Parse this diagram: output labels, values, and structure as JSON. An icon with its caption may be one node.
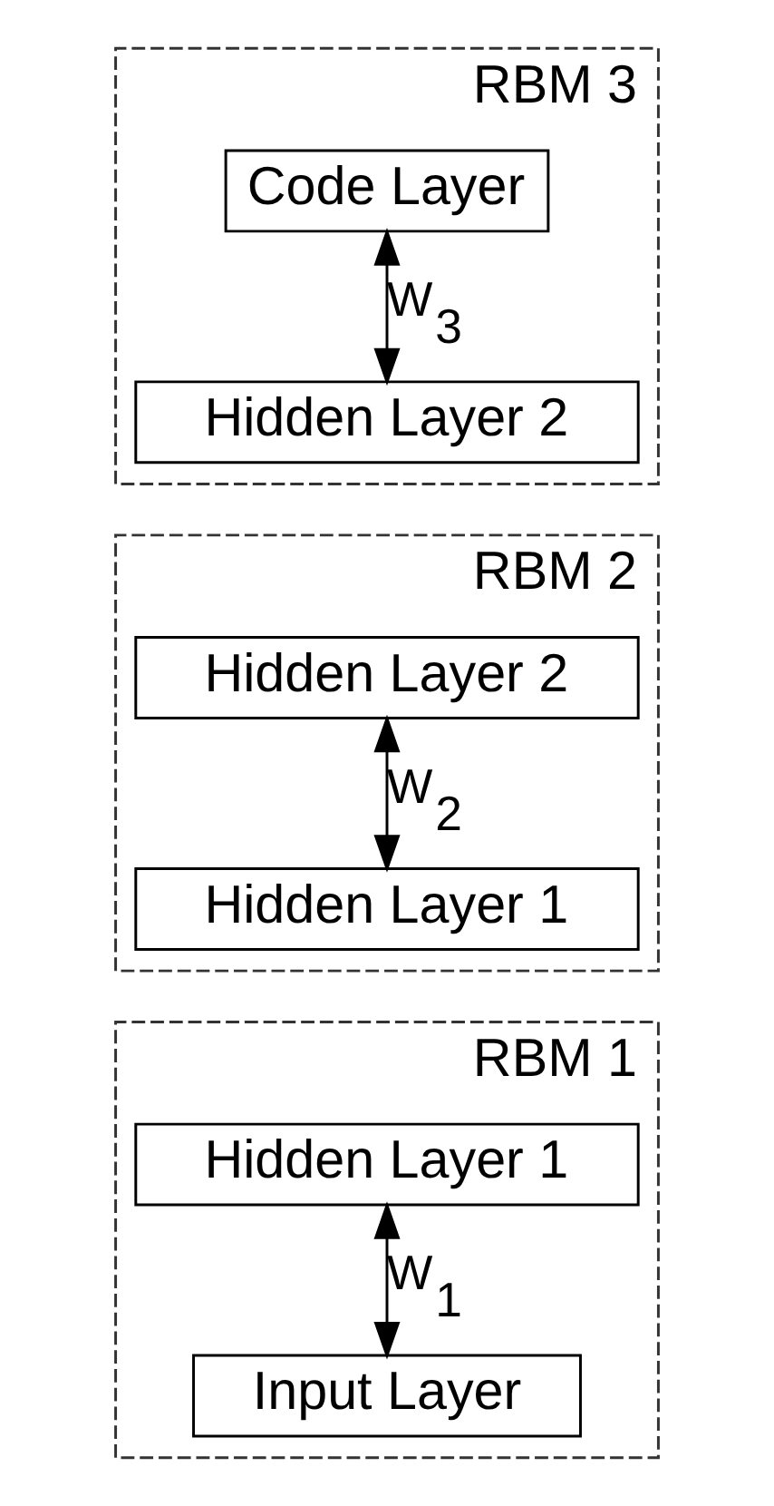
{
  "diagram": {
    "nodes": [
      {
        "text": [
          "RBM 3"
        ]
      },
      {
        "text": [
          "Code Layer"
        ],
        "in": 0
      },
      {
        "text": [
          "Hidden Layer 2"
        ],
        "in": 0
      },
      {
        "text": [
          "RBM 2"
        ]
      },
      {
        "text": [
          "Hidden Layer 2"
        ],
        "in": 3
      },
      {
        "text": [
          "Hidden Layer 1"
        ],
        "in": 3
      },
      {
        "text": [
          "RBM 1"
        ]
      },
      {
        "text": [
          "Hidden Layer 1"
        ],
        "in": 6
      },
      {
        "text": [
          "Input Layer"
        ],
        "in": 6
      }
    ],
    "edges": [
      {
        "from": 1,
        "to": 2,
        "arrow": "both",
        "label": "W$_{3}$"
      },
      {
        "from": 4,
        "to": 5,
        "arrow": "both",
        "label": "W$_{2}$"
      },
      {
        "from": 7,
        "to": 8,
        "arrow": "both",
        "label": "W$_{1}$"
      }
    ]
  }
}
